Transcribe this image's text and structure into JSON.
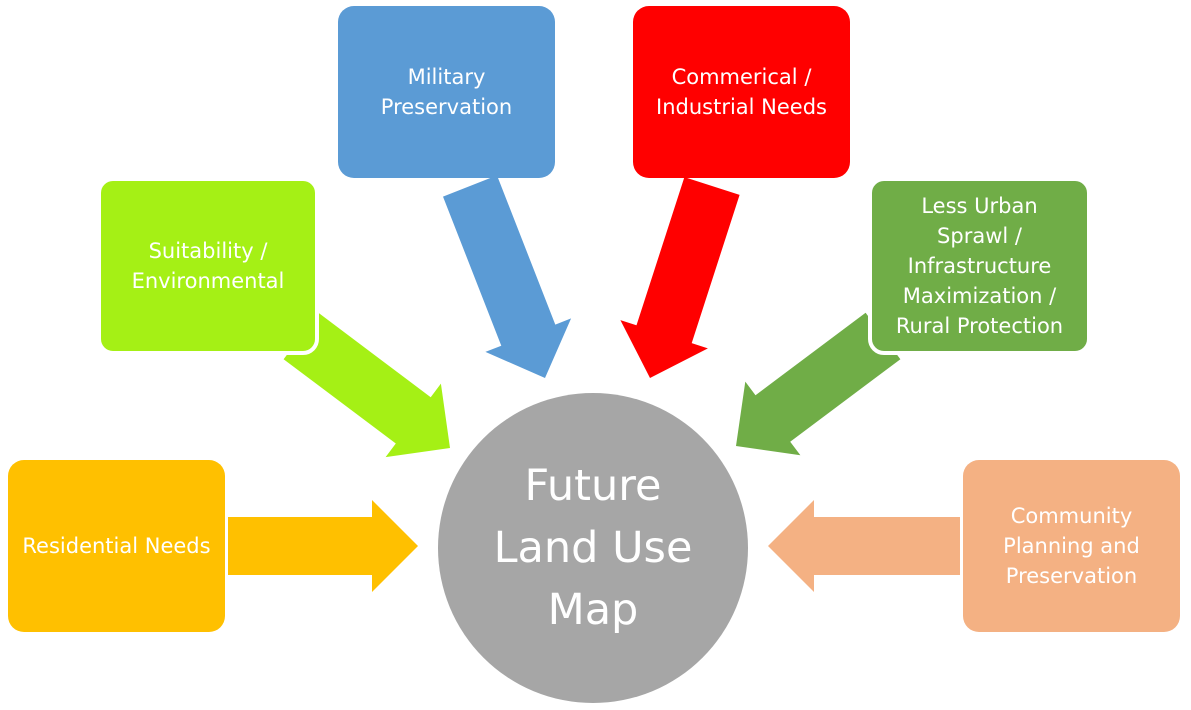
{
  "center": {
    "label": "Future\nLand Use\nMap",
    "color": "#a6a6a6"
  },
  "nodes": [
    {
      "id": "residential",
      "label": "Residential Needs",
      "color": "#ffc000"
    },
    {
      "id": "suitability",
      "label": "Suitability /\nEnvironmental",
      "color": "#a5f015"
    },
    {
      "id": "military",
      "label": "Military\nPreservation",
      "color": "#5b9bd5"
    },
    {
      "id": "commercial",
      "label": "Commerical /\nIndustrial Needs",
      "color": "#ff0000"
    },
    {
      "id": "urban",
      "label": "Less Urban\nSprawl /\nInfrastructure\nMaximization /\nRural Protection",
      "color": "#70ad47"
    },
    {
      "id": "community",
      "label": "Community\nPlanning and\nPreservation",
      "color": "#f4b183"
    }
  ]
}
